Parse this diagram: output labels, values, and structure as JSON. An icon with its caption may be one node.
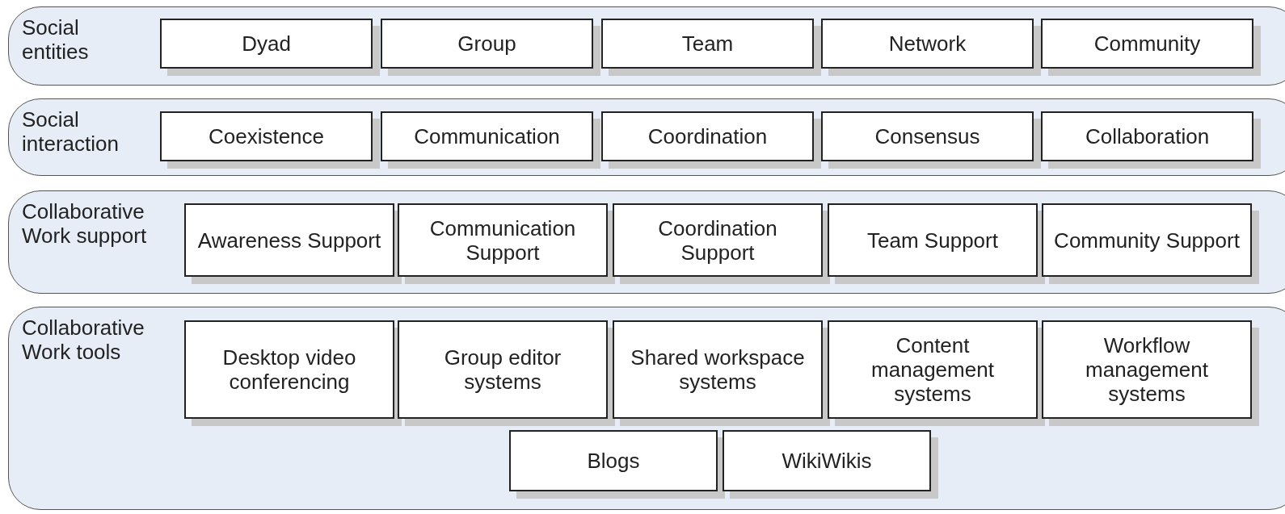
{
  "diagram": {
    "nodes": [
      {
        "text": [
          "Social entities"
        ]
      },
      {
        "text": [
          "Dyad"
        ],
        "in": 0
      },
      {
        "text": [
          "Group"
        ],
        "in": 0
      },
      {
        "text": [
          "Team"
        ],
        "in": 0
      },
      {
        "text": [
          "Network"
        ],
        "in": 0
      },
      {
        "text": [
          "Community"
        ],
        "in": 0
      },
      {
        "text": [
          "Social interaction"
        ]
      },
      {
        "text": [
          "Coexistence"
        ],
        "in": 6
      },
      {
        "text": [
          "Communication"
        ],
        "in": 6
      },
      {
        "text": [
          "Coordination"
        ],
        "in": 6
      },
      {
        "text": [
          "Consensus"
        ],
        "in": 6
      },
      {
        "text": [
          "Collaboration"
        ],
        "in": 6
      },
      {
        "text": [
          "Collaborative Work support"
        ]
      },
      {
        "text": [
          "Awareness Support"
        ],
        "in": 12
      },
      {
        "text": [
          "Communication Support"
        ],
        "in": 12
      },
      {
        "text": [
          "Coordination Support"
        ],
        "in": 12
      },
      {
        "text": [
          "Team Support"
        ],
        "in": 12
      },
      {
        "text": [
          "Community Support"
        ],
        "in": 12
      },
      {
        "text": [
          "Collaborative Work tools"
        ]
      },
      {
        "text": [
          "Desktop video conferencing"
        ],
        "in": 18
      },
      {
        "text": [
          "Group editor systems"
        ],
        "in": 18
      },
      {
        "text": [
          "Shared workspace systems"
        ],
        "in": 18
      },
      {
        "text": [
          "Content management systems"
        ],
        "in": 18
      },
      {
        "text": [
          "Workflow management systems"
        ],
        "in": 18
      },
      {
        "text": [
          "Blogs"
        ],
        "in": 18
      },
      {
        "text": [
          "WikiWikis"
        ],
        "in": 18
      }
    ]
  }
}
